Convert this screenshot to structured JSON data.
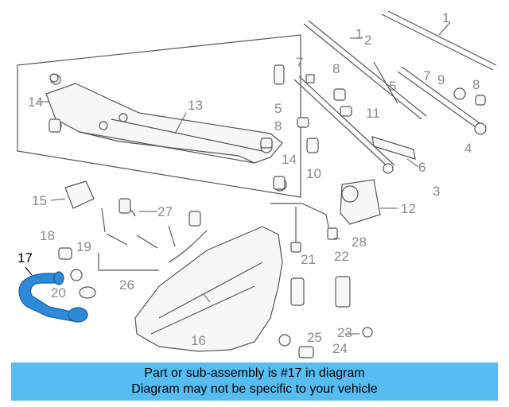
{
  "callouts": {
    "c1": "1",
    "c2a": "2",
    "c1b": "1",
    "c2b": "2",
    "c7a": "7",
    "c8a": "8",
    "c5a": "5",
    "c8b": "8",
    "c8c": "8",
    "c7b": "7",
    "c9": "9",
    "c5b": "5",
    "c11": "11",
    "c4": "4",
    "c13": "13",
    "c14a": "14",
    "c14b": "14",
    "c10": "10",
    "c6": "6",
    "c3": "3",
    "c12": "12",
    "c15": "15",
    "c27": "27",
    "c18": "18",
    "c19": "19",
    "c17": "17",
    "c28": "28",
    "c21": "21",
    "c22": "22",
    "c20": "20",
    "c26": "26",
    "c23": "23",
    "c25": "25",
    "c16": "16",
    "c24": "24"
  },
  "banner": {
    "line1": "Part or sub-assembly is #17 in diagram",
    "line2": "Diagram may not be specific to your vehicle"
  },
  "colors": {
    "highlight_part": "#2d8ad9",
    "banner_bg": "#55bdf2",
    "line_art": "#555555",
    "callout_text": "#8a8a8a"
  }
}
